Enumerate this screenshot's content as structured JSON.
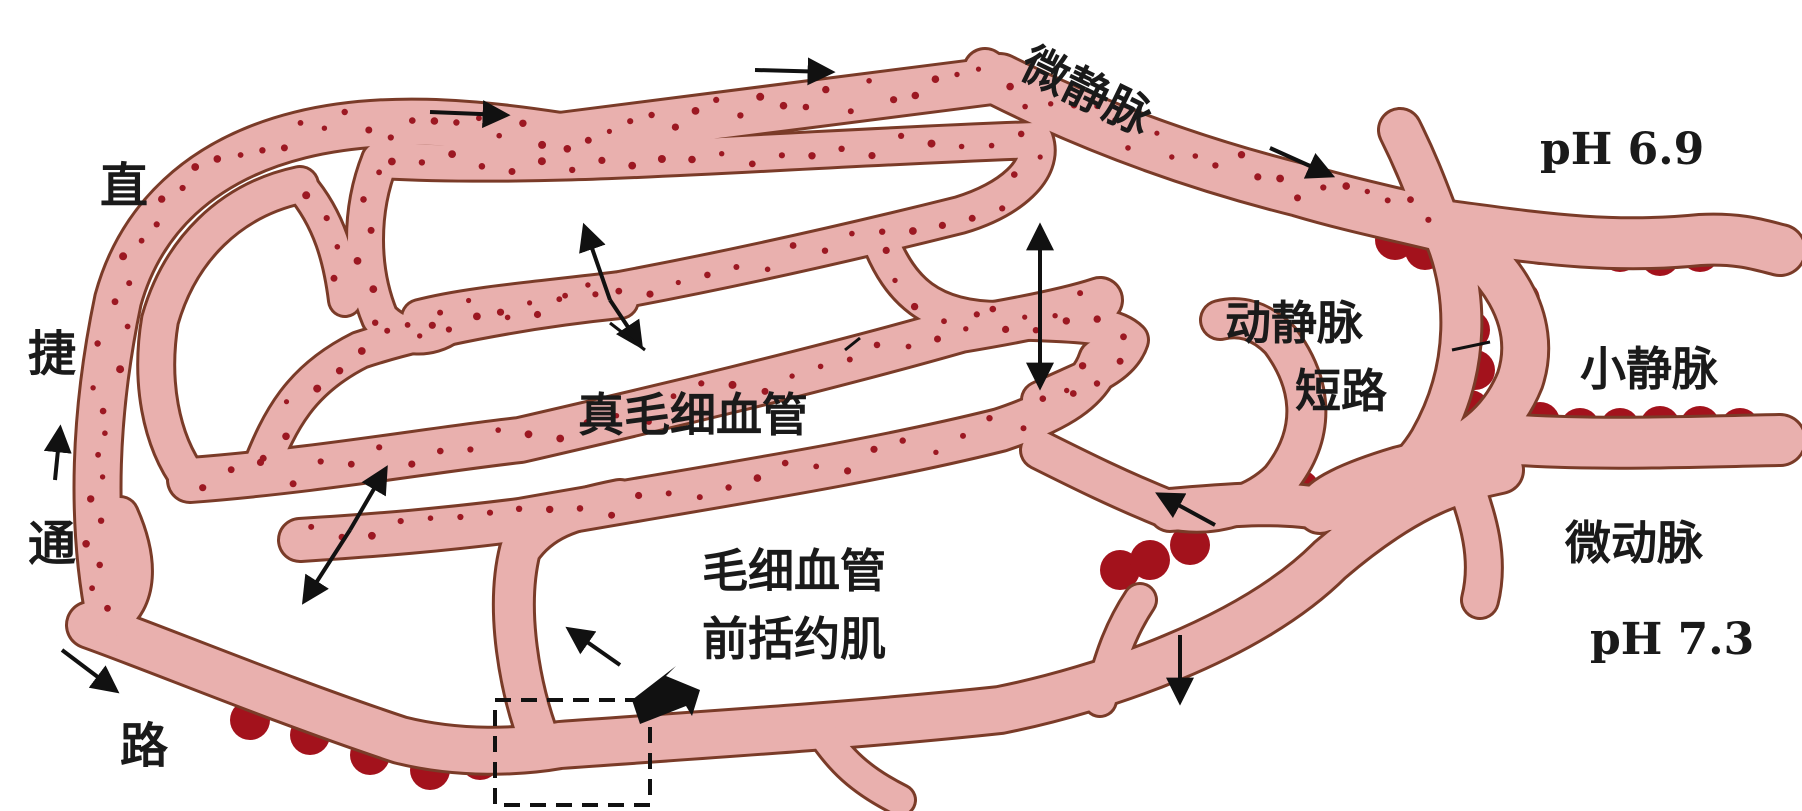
{
  "labels": {
    "direct_1": "直",
    "direct_2": "捷",
    "direct_3": "通",
    "direct_4": "路",
    "venule": "微静脉",
    "ph_top": "pH 6.9",
    "av_shunt_1": "动静脉",
    "av_shunt_2": "短路",
    "small_vein": "小静脉",
    "true_capillary": "真毛细血管",
    "arteriole": "微动脉",
    "ph_bottom": "pH 7.3",
    "sphincter_1": "毛细血管",
    "sphincter_2": "前括约肌"
  },
  "colors": {
    "vessel_fill": "#e9b0ae",
    "vessel_edge": "#7a3b28",
    "blood_dot": "#9c1822",
    "smooth_muscle": "#a3121c",
    "text": "#1a1a1a"
  }
}
